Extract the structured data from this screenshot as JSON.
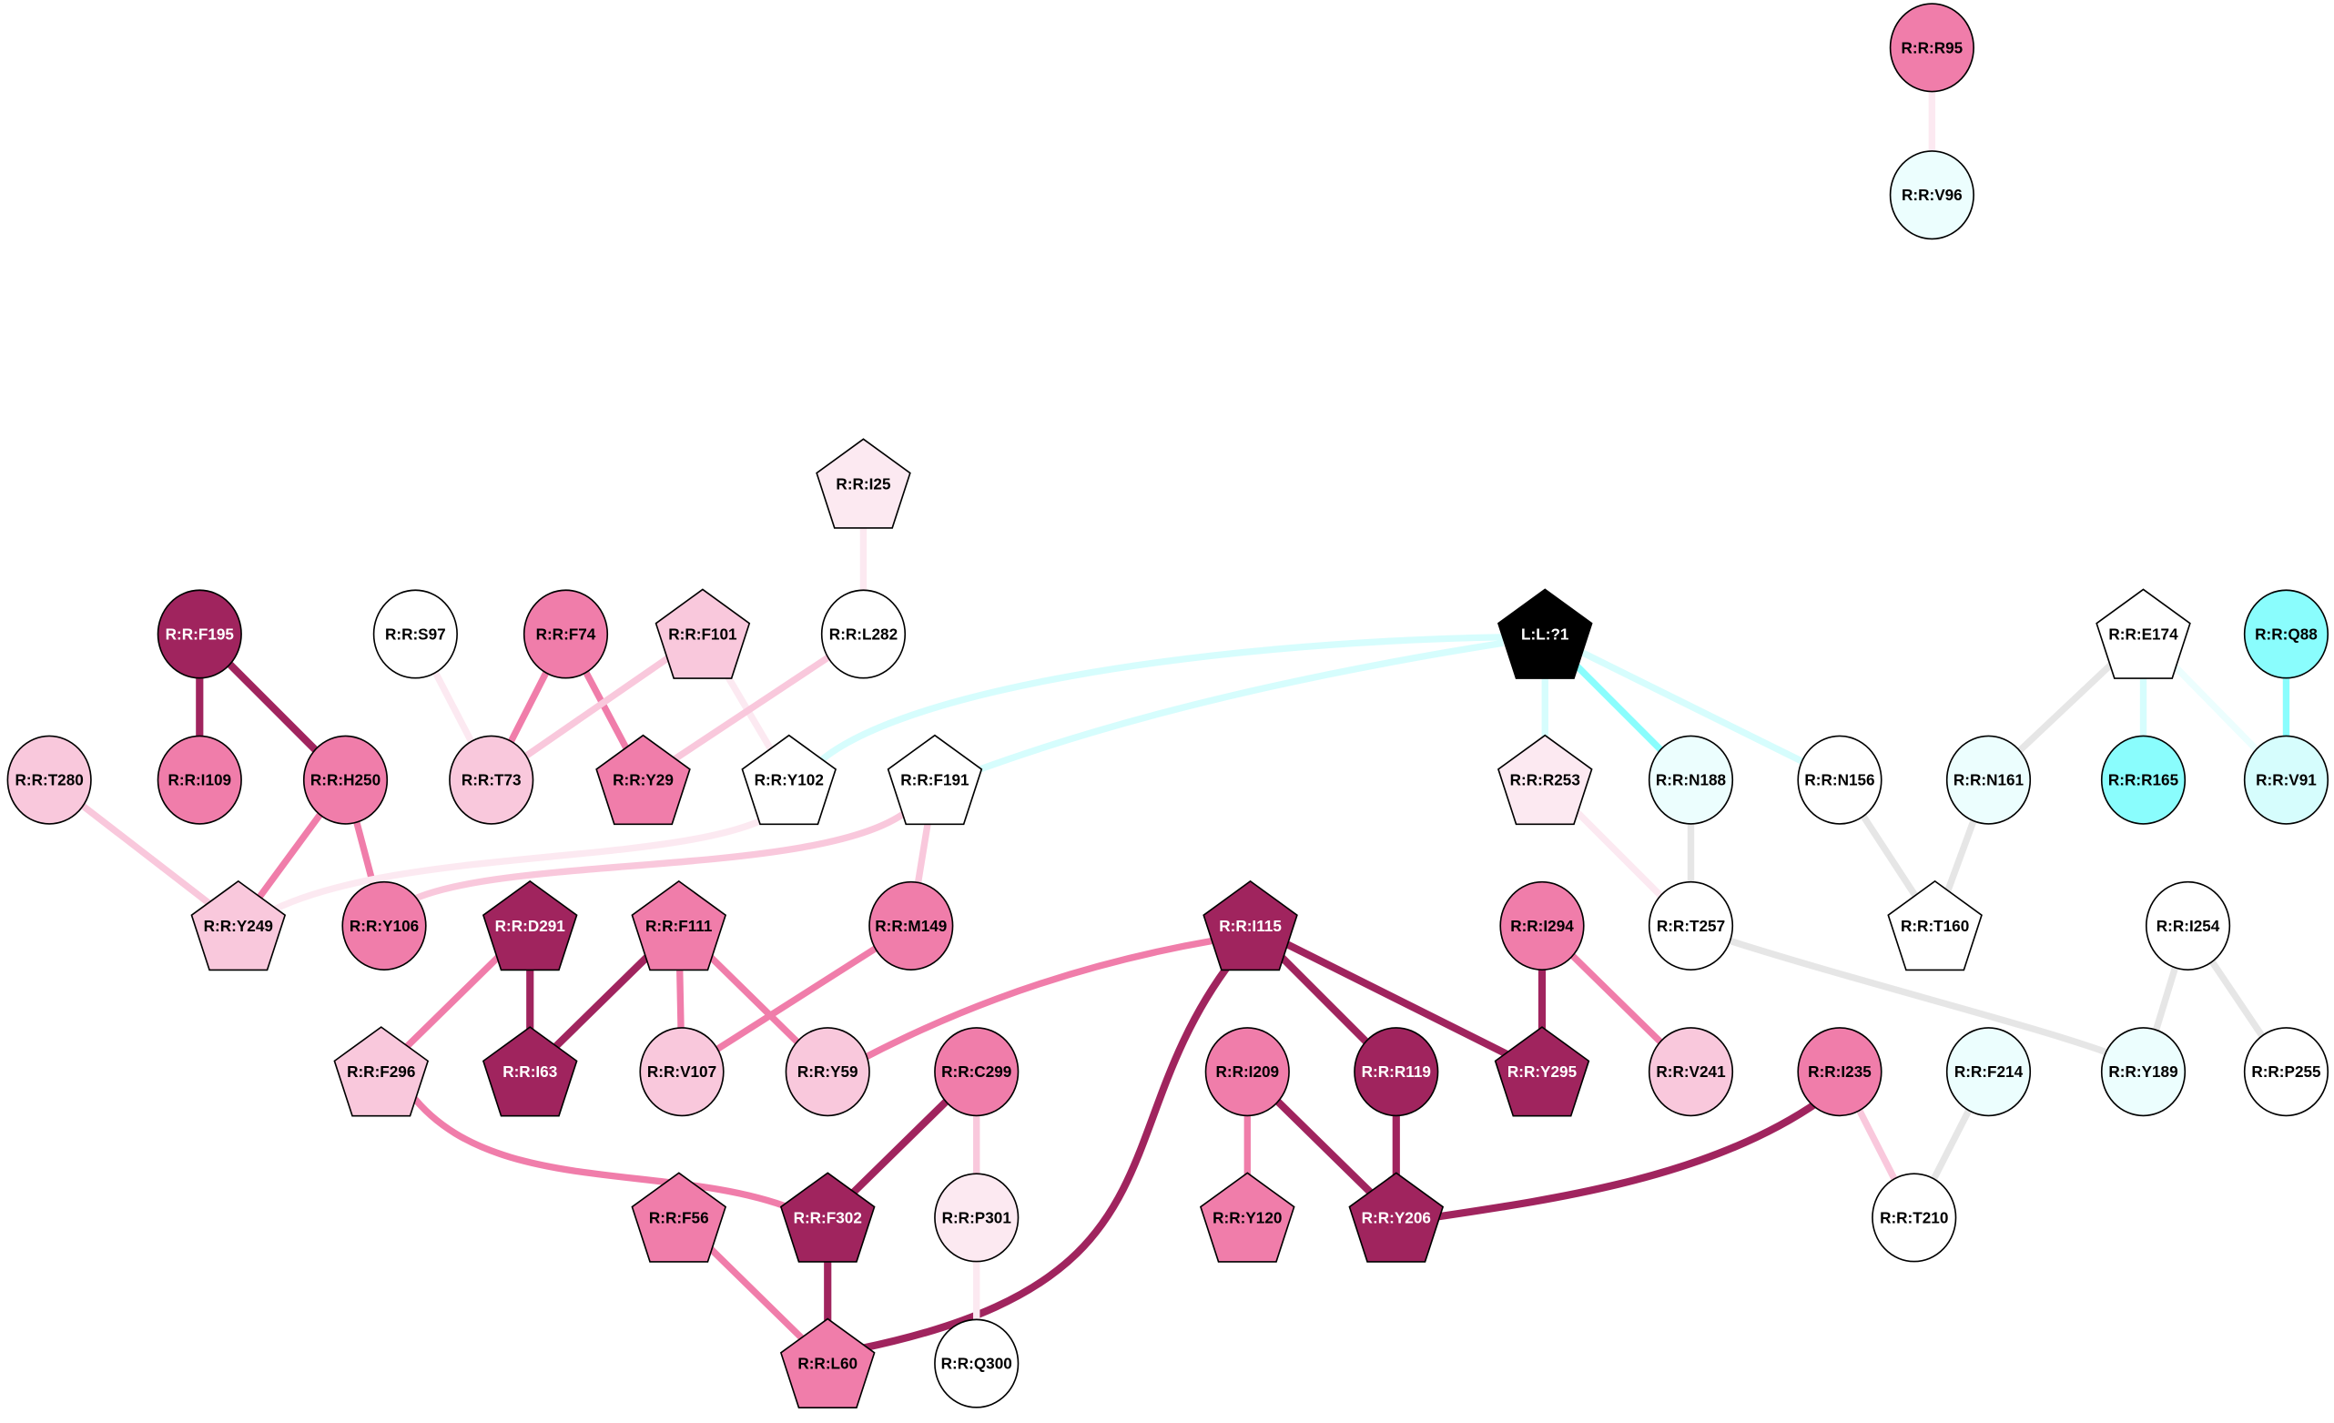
{
  "colors": {
    "dark": "#A0245E",
    "mid": "#F07DAA",
    "light": "#F9C8DC",
    "vlight": "#FCE9F1",
    "white": "#FFFFFF",
    "black": "#000000",
    "cyanpale": "#ECFEFE",
    "cyanlight": "#D6FDFD",
    "cyan": "#8AFDFD",
    "gray": "#E6E6E6"
  },
  "nodes": [
    {
      "id": "R95",
      "label": "R:R:R95",
      "shape": "circle",
      "fill": "mid"
    },
    {
      "id": "V96",
      "label": "R:R:V96",
      "shape": "circle",
      "fill": "cyanpale"
    },
    {
      "id": "I25",
      "label": "R:R:I25",
      "shape": "pentagon",
      "fill": "vlight"
    },
    {
      "id": "F195",
      "label": "R:R:F195",
      "shape": "circle",
      "fill": "dark"
    },
    {
      "id": "S97",
      "label": "R:R:S97",
      "shape": "circle",
      "fill": "white"
    },
    {
      "id": "F74",
      "label": "R:R:F74",
      "shape": "circle",
      "fill": "mid"
    },
    {
      "id": "F101",
      "label": "R:R:F101",
      "shape": "pentagon",
      "fill": "light"
    },
    {
      "id": "L282",
      "label": "R:R:L282",
      "shape": "circle",
      "fill": "white"
    },
    {
      "id": "L1",
      "label": "L:L:?1",
      "shape": "pentagon",
      "fill": "black"
    },
    {
      "id": "E174",
      "label": "R:R:E174",
      "shape": "pentagon",
      "fill": "white"
    },
    {
      "id": "Q88",
      "label": "R:R:Q88",
      "shape": "circle",
      "fill": "cyan"
    },
    {
      "id": "T280",
      "label": "R:R:T280",
      "shape": "circle",
      "fill": "light"
    },
    {
      "id": "I109",
      "label": "R:R:I109",
      "shape": "circle",
      "fill": "mid"
    },
    {
      "id": "H250",
      "label": "R:R:H250",
      "shape": "circle",
      "fill": "mid"
    },
    {
      "id": "T73",
      "label": "R:R:T73",
      "shape": "circle",
      "fill": "light"
    },
    {
      "id": "Y29",
      "label": "R:R:Y29",
      "shape": "pentagon",
      "fill": "mid"
    },
    {
      "id": "Y102",
      "label": "R:R:Y102",
      "shape": "pentagon",
      "fill": "white"
    },
    {
      "id": "F191",
      "label": "R:R:F191",
      "shape": "pentagon",
      "fill": "white"
    },
    {
      "id": "R253",
      "label": "R:R:R253",
      "shape": "pentagon",
      "fill": "vlight"
    },
    {
      "id": "N188",
      "label": "R:R:N188",
      "shape": "circle",
      "fill": "cyanpale"
    },
    {
      "id": "N156",
      "label": "R:R:N156",
      "shape": "circle",
      "fill": "white"
    },
    {
      "id": "N161",
      "label": "R:R:N161",
      "shape": "circle",
      "fill": "cyanpale"
    },
    {
      "id": "R165",
      "label": "R:R:R165",
      "shape": "circle",
      "fill": "cyan"
    },
    {
      "id": "V91",
      "label": "R:R:V91",
      "shape": "circle",
      "fill": "cyanlight"
    },
    {
      "id": "Y249",
      "label": "R:R:Y249",
      "shape": "pentagon",
      "fill": "light"
    },
    {
      "id": "Y106",
      "label": "R:R:Y106",
      "shape": "circle",
      "fill": "mid"
    },
    {
      "id": "D291",
      "label": "R:R:D291",
      "shape": "pentagon",
      "fill": "dark"
    },
    {
      "id": "F111",
      "label": "R:R:F111",
      "shape": "pentagon",
      "fill": "mid"
    },
    {
      "id": "M149",
      "label": "R:R:M149",
      "shape": "circle",
      "fill": "mid"
    },
    {
      "id": "I115",
      "label": "R:R:I115",
      "shape": "pentagon",
      "fill": "dark"
    },
    {
      "id": "I294",
      "label": "R:R:I294",
      "shape": "circle",
      "fill": "mid"
    },
    {
      "id": "T257",
      "label": "R:R:T257",
      "shape": "circle",
      "fill": "white"
    },
    {
      "id": "T160",
      "label": "R:R:T160",
      "shape": "pentagon",
      "fill": "white"
    },
    {
      "id": "I254",
      "label": "R:R:I254",
      "shape": "circle",
      "fill": "white"
    },
    {
      "id": "F296",
      "label": "R:R:F296",
      "shape": "pentagon",
      "fill": "light"
    },
    {
      "id": "I63",
      "label": "R:R:I63",
      "shape": "pentagon",
      "fill": "dark"
    },
    {
      "id": "V107",
      "label": "R:R:V107",
      "shape": "circle",
      "fill": "light"
    },
    {
      "id": "Y59",
      "label": "R:R:Y59",
      "shape": "circle",
      "fill": "light"
    },
    {
      "id": "C299",
      "label": "R:R:C299",
      "shape": "circle",
      "fill": "mid"
    },
    {
      "id": "I209",
      "label": "R:R:I209",
      "shape": "circle",
      "fill": "mid"
    },
    {
      "id": "R119",
      "label": "R:R:R119",
      "shape": "circle",
      "fill": "dark"
    },
    {
      "id": "Y295",
      "label": "R:R:Y295",
      "shape": "pentagon",
      "fill": "dark"
    },
    {
      "id": "V241",
      "label": "R:R:V241",
      "shape": "circle",
      "fill": "light"
    },
    {
      "id": "I235",
      "label": "R:R:I235",
      "shape": "circle",
      "fill": "mid"
    },
    {
      "id": "F214",
      "label": "R:R:F214",
      "shape": "circle",
      "fill": "cyanpale"
    },
    {
      "id": "Y189",
      "label": "R:R:Y189",
      "shape": "circle",
      "fill": "cyanpale"
    },
    {
      "id": "P255",
      "label": "R:R:P255",
      "shape": "circle",
      "fill": "white"
    },
    {
      "id": "F56",
      "label": "R:R:F56",
      "shape": "pentagon",
      "fill": "mid"
    },
    {
      "id": "F302",
      "label": "R:R:F302",
      "shape": "pentagon",
      "fill": "dark"
    },
    {
      "id": "P301",
      "label": "R:R:P301",
      "shape": "circle",
      "fill": "vlight"
    },
    {
      "id": "Y120",
      "label": "R:R:Y120",
      "shape": "pentagon",
      "fill": "mid"
    },
    {
      "id": "Y206",
      "label": "R:R:Y206",
      "shape": "pentagon",
      "fill": "dark"
    },
    {
      "id": "T210",
      "label": "R:R:T210",
      "shape": "circle",
      "fill": "white"
    },
    {
      "id": "L60",
      "label": "R:R:L60",
      "shape": "pentagon",
      "fill": "mid"
    },
    {
      "id": "Q300",
      "label": "R:R:Q300",
      "shape": "circle",
      "fill": "white"
    }
  ],
  "edges": [
    [
      "R95",
      "V96",
      "vlight"
    ],
    [
      "I25",
      "L282",
      "vlight"
    ],
    [
      "F195",
      "I109",
      "dark"
    ],
    [
      "F195",
      "H250",
      "dark"
    ],
    [
      "S97",
      "T73",
      "vlight"
    ],
    [
      "F74",
      "T73",
      "mid"
    ],
    [
      "F74",
      "Y29",
      "mid"
    ],
    [
      "F101",
      "T73",
      "light"
    ],
    [
      "F101",
      "Y102",
      "vlight"
    ],
    [
      "L282",
      "Y29",
      "light"
    ],
    [
      "T280",
      "Y249",
      "light"
    ],
    [
      "H250",
      "Y249",
      "mid"
    ],
    [
      "H250",
      "Y106",
      "mid"
    ],
    [
      "Y102",
      "Y249",
      "vlight"
    ],
    [
      "F191",
      "Y106",
      "light"
    ],
    [
      "F191",
      "M149",
      "light"
    ],
    [
      "L1",
      "Y102",
      "cyanlight"
    ],
    [
      "L1",
      "F191",
      "cyanlight"
    ],
    [
      "L1",
      "R253",
      "cyanlight"
    ],
    [
      "L1",
      "N188",
      "cyan"
    ],
    [
      "L1",
      "N156",
      "cyanlight"
    ],
    [
      "E174",
      "N161",
      "gray"
    ],
    [
      "E174",
      "R165",
      "cyanlight"
    ],
    [
      "E174",
      "V91",
      "cyanpale"
    ],
    [
      "Q88",
      "V91",
      "cyan"
    ],
    [
      "R253",
      "T257",
      "vlight"
    ],
    [
      "N188",
      "T257",
      "gray"
    ],
    [
      "N156",
      "T160",
      "gray"
    ],
    [
      "N161",
      "T160",
      "gray"
    ],
    [
      "T257",
      "Y189",
      "gray"
    ],
    [
      "I254",
      "Y189",
      "gray"
    ],
    [
      "I254",
      "P255",
      "gray"
    ],
    [
      "D291",
      "F296",
      "mid"
    ],
    [
      "D291",
      "I63",
      "dark"
    ],
    [
      "F111",
      "I63",
      "dark"
    ],
    [
      "F111",
      "V107",
      "mid"
    ],
    [
      "F111",
      "Y59",
      "mid"
    ],
    [
      "M149",
      "V107",
      "mid"
    ],
    [
      "I115",
      "Y59",
      "mid"
    ],
    [
      "I115",
      "L60",
      "dark"
    ],
    [
      "I115",
      "R119",
      "dark"
    ],
    [
      "I115",
      "Y295",
      "dark"
    ],
    [
      "I294",
      "Y295",
      "dark"
    ],
    [
      "I294",
      "V241",
      "mid"
    ],
    [
      "F296",
      "F302",
      "mid"
    ],
    [
      "C299",
      "F302",
      "dark"
    ],
    [
      "C299",
      "P301",
      "light"
    ],
    [
      "P301",
      "Q300",
      "vlight"
    ],
    [
      "I209",
      "Y120",
      "mid"
    ],
    [
      "I209",
      "Y206",
      "dark"
    ],
    [
      "R119",
      "Y206",
      "dark"
    ],
    [
      "I235",
      "Y206",
      "dark"
    ],
    [
      "I235",
      "T210",
      "light"
    ],
    [
      "F214",
      "T210",
      "gray"
    ],
    [
      "F56",
      "L60",
      "mid"
    ],
    [
      "F302",
      "L60",
      "dark"
    ]
  ]
}
